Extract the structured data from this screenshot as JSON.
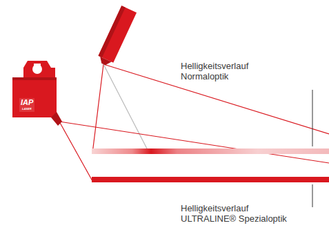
{
  "diagram": {
    "labels": [
      "Helligkeitsverlauf Normaloptik",
      "Helligkeitsverlauf ULTRALINE® Spezialoptik",
      "IAP",
      "LASER",
      "IAP",
      "LASER"
    ]
  }
}
